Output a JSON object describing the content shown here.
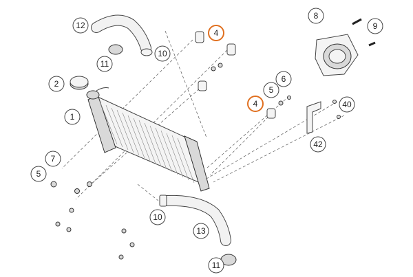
{
  "diagram": {
    "callouts": [
      {
        "id": "c12",
        "label": "12",
        "highlighted": false
      },
      {
        "id": "c4a",
        "label": "4",
        "highlighted": true
      },
      {
        "id": "c10a",
        "label": "10",
        "highlighted": false
      },
      {
        "id": "c11a",
        "label": "11",
        "highlighted": false
      },
      {
        "id": "c2",
        "label": "2",
        "highlighted": false
      },
      {
        "id": "c1",
        "label": "1",
        "highlighted": false
      },
      {
        "id": "c7",
        "label": "7",
        "highlighted": false
      },
      {
        "id": "c5a",
        "label": "5",
        "highlighted": false
      },
      {
        "id": "c8",
        "label": "8",
        "highlighted": false
      },
      {
        "id": "c9",
        "label": "9",
        "highlighted": false
      },
      {
        "id": "c6",
        "label": "6",
        "highlighted": false
      },
      {
        "id": "c5b",
        "label": "5",
        "highlighted": false
      },
      {
        "id": "c4b",
        "label": "4",
        "highlighted": true
      },
      {
        "id": "c40",
        "label": "40",
        "highlighted": false
      },
      {
        "id": "c42",
        "label": "42",
        "highlighted": false
      },
      {
        "id": "c10b",
        "label": "10",
        "highlighted": false
      },
      {
        "id": "c13",
        "label": "13",
        "highlighted": false
      },
      {
        "id": "c11b",
        "label": "11",
        "highlighted": false
      }
    ],
    "colors": {
      "highlight": "#e07020",
      "callout_stroke": "#444444",
      "line": "#555555"
    }
  }
}
